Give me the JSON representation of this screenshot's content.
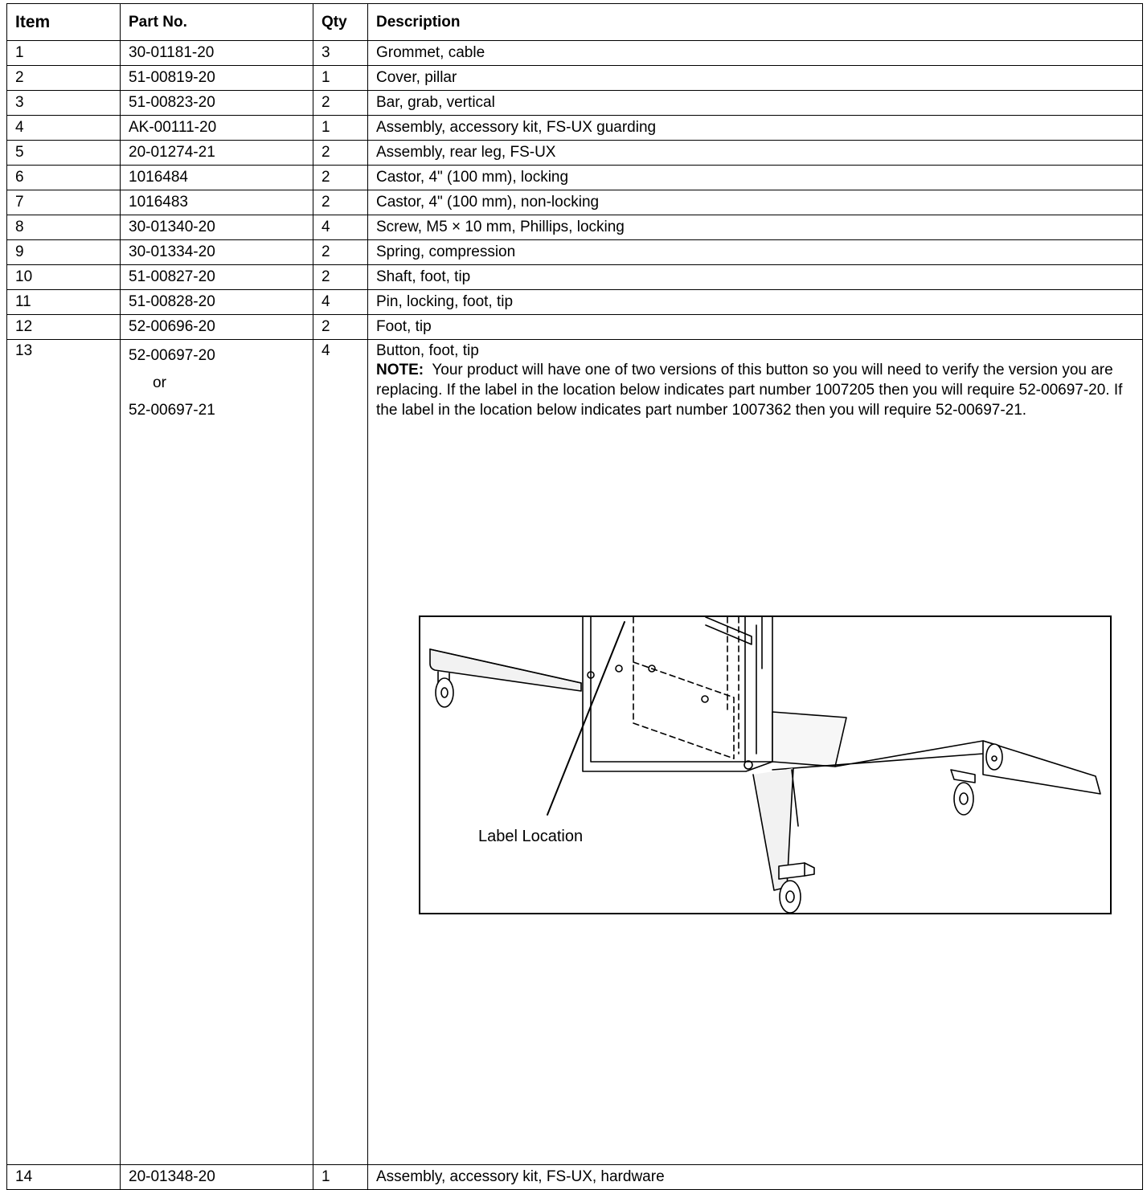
{
  "table": {
    "headers": {
      "item": "Item",
      "part_no": "Part No.",
      "qty": "Qty",
      "description": "Description"
    },
    "rows": [
      {
        "item": "1",
        "part_no": "30-01181-20",
        "qty": "3",
        "description": "Grommet, cable"
      },
      {
        "item": "2",
        "part_no": "51-00819-20",
        "qty": "1",
        "description": "Cover, pillar"
      },
      {
        "item": "3",
        "part_no": "51-00823-20",
        "qty": "2",
        "description": "Bar, grab, vertical"
      },
      {
        "item": "4",
        "part_no": "AK-00111-20",
        "qty": "1",
        "description": "Assembly, accessory kit, FS-UX guarding"
      },
      {
        "item": "5",
        "part_no": "20-01274-21",
        "qty": "2",
        "description": "Assembly, rear leg, FS-UX"
      },
      {
        "item": "6",
        "part_no": "1016484",
        "qty": "2",
        "description": "Castor, 4\" (100 mm), locking"
      },
      {
        "item": "7",
        "part_no": "1016483",
        "qty": "2",
        "description": "Castor, 4\" (100 mm), non-locking"
      },
      {
        "item": "8",
        "part_no": "30-01340-20",
        "qty": "4",
        "description": "Screw, M5 × 10 mm, Phillips, locking"
      },
      {
        "item": "9",
        "part_no": "30-01334-20",
        "qty": "2",
        "description": "Spring, compression"
      },
      {
        "item": "10",
        "part_no": "51-00827-20",
        "qty": "2",
        "description": "Shaft, foot, tip"
      },
      {
        "item": "11",
        "part_no": "51-00828-20",
        "qty": "4",
        "description": "Pin, locking, foot, tip"
      },
      {
        "item": "12",
        "part_no": "52-00696-20",
        "qty": "2",
        "description": "Foot, tip"
      }
    ],
    "row13": {
      "item": "13",
      "part_no_a": "52-00697-20",
      "or_text": "or",
      "part_no_b": "52-00697-21",
      "qty": "4",
      "description": "Button, foot, tip",
      "note_label": "NOTE:",
      "note_text": "Your product will have one of two versions of this button so you will need to verify the version you are replacing. If the label in the location below indicates part number 1007205 then you will require 52-00697-20. If the label in the location below indicates part number 1007362 then you will require 52-00697-21.",
      "figure_label": "Label Location"
    },
    "row14": {
      "item": "14",
      "part_no": "20-01348-20",
      "qty": "1",
      "description": "Assembly, accessory kit, FS-UX, hardware"
    }
  }
}
